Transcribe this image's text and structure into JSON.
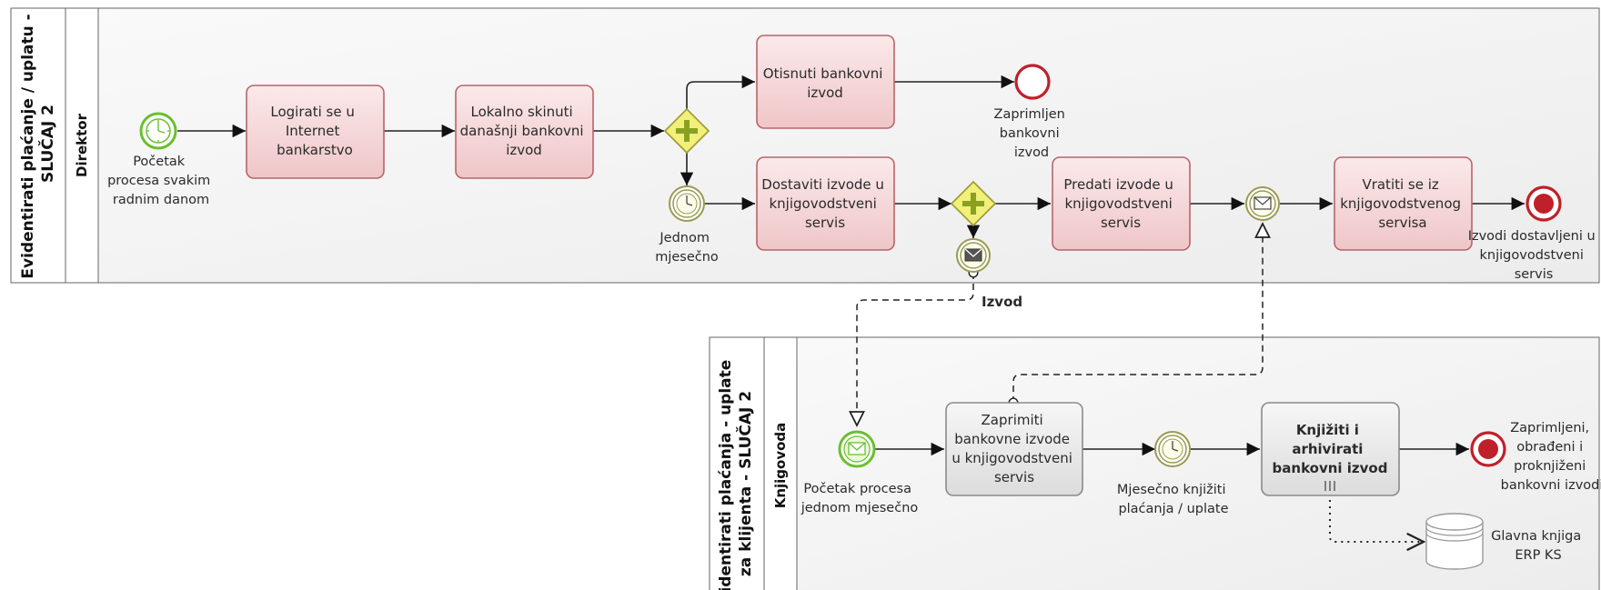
{
  "pools": [
    {
      "title": [
        "Evidentirati plaćanje / uplatu -",
        "SLUČAJ 2"
      ],
      "lane": "Direktor"
    },
    {
      "title": [
        "Evidentirati plaćanja - uplate",
        "za klijenta - SLUČAJ 2"
      ],
      "lane": "Knjigovoda"
    }
  ],
  "nodes": {
    "start1": {
      "label": [
        "Početak",
        "procesa svakim",
        "radnim danom"
      ]
    },
    "t_login": {
      "label": [
        "Logirati se u",
        "Internet",
        "bankarstvo"
      ]
    },
    "t_download": {
      "label": [
        "Lokalno skinuti",
        "današnji bankovni",
        "izvod"
      ]
    },
    "t_print": {
      "label": [
        "Otisnuti bankovni",
        "izvod"
      ]
    },
    "end1": {
      "label": [
        "Zaprimljen",
        "bankovni",
        "izvod"
      ]
    },
    "timer1": {
      "label": [
        "Jednom",
        "mjesečno"
      ]
    },
    "t_deliver": {
      "label": [
        "Dostaviti izvode u",
        "knjigovodstveni",
        "servis"
      ]
    },
    "t_handover": {
      "label": [
        "Predati izvode u",
        "knjigovodstveni",
        "servis"
      ]
    },
    "t_return": {
      "label": [
        "Vratiti se iz",
        "knjigovodstvenog",
        "servisa"
      ]
    },
    "end2": {
      "label": [
        "Izvodi dostavljeni u",
        "knjigovodstveni",
        "servis"
      ]
    },
    "msgflow": {
      "label": "Izvod"
    },
    "start2": {
      "label": [
        "Početak procesa",
        "jednom mjesečno"
      ]
    },
    "t_receive": {
      "label": [
        "Zaprimiti",
        "bankovne izvode",
        "u knjigovodstveni",
        "servis"
      ]
    },
    "timer2": {
      "label": [
        "Mjesečno knjižiti",
        "plaćanja / uplate"
      ]
    },
    "t_book": {
      "label": [
        "Knjižiti i",
        "arhivirati",
        "bankovni izvod"
      ]
    },
    "end3": {
      "label": [
        "Zaprimljeni,",
        "obrađeni i",
        "proknjiženi",
        "bankovni izvodi"
      ]
    },
    "store": {
      "label": [
        "Glavna knjiga",
        "ERP KS"
      ]
    }
  },
  "colors": {
    "task_fill": "#f3d2d3",
    "task_stroke": "#b8646a",
    "task2_fill": "#e6e6e6",
    "task2_stroke": "#8a8a8a",
    "start_stroke": "#6abf2e",
    "end_stroke": "#c0202a",
    "intermediate": "#9a9a52",
    "gateway_fill": "#f2ef7a",
    "gateway_cross": "#8aa020"
  }
}
